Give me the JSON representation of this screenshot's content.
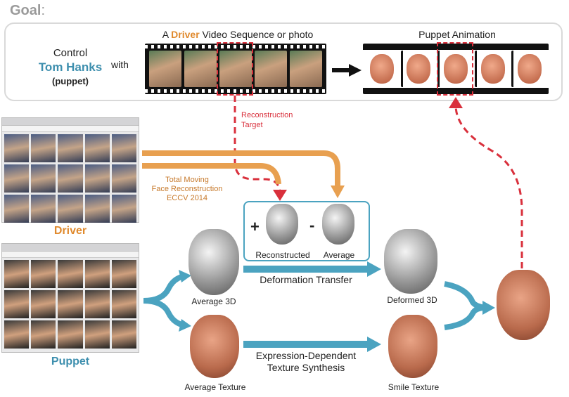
{
  "goal": {
    "label": "Goal",
    "colon": ":",
    "control_line1": "Control",
    "puppet_name": "Tom Hanks",
    "puppet_tag": "(puppet)",
    "with": "with",
    "driver_title_prefix": "A ",
    "driver_title_highlight": "Driver",
    "driver_title_suffix": " Video Sequence or photo",
    "puppet_title": "Puppet Animation"
  },
  "labels": {
    "reconstruction_target": "Reconstruction Target",
    "reconstruction_target_line1": "Reconstruction",
    "reconstruction_target_line2": "Target",
    "tmfr_line1": "Total Moving",
    "tmfr_line2": "Face Reconstruction",
    "tmfr_line3": "ECCV 2014",
    "driver": "Driver",
    "puppet": "Puppet",
    "plus": "+",
    "minus": "-",
    "reconstructed": "Reconstructed",
    "average": "Average",
    "average_3d": "Average 3D",
    "deformation_transfer": "Deformation Transfer",
    "deformed_3d": "Deformed 3D",
    "average_texture": "Average Texture",
    "expression_line1": "Expression-Dependent",
    "expression_line2": "Texture Synthesis",
    "smile_texture": "Smile Texture"
  },
  "colors": {
    "accent_blue": "#4ba3c0",
    "accent_orange": "#e8a050",
    "accent_red": "#d9303c",
    "name_blue": "#3e8fae",
    "goal_gray": "#9a9a9a"
  }
}
